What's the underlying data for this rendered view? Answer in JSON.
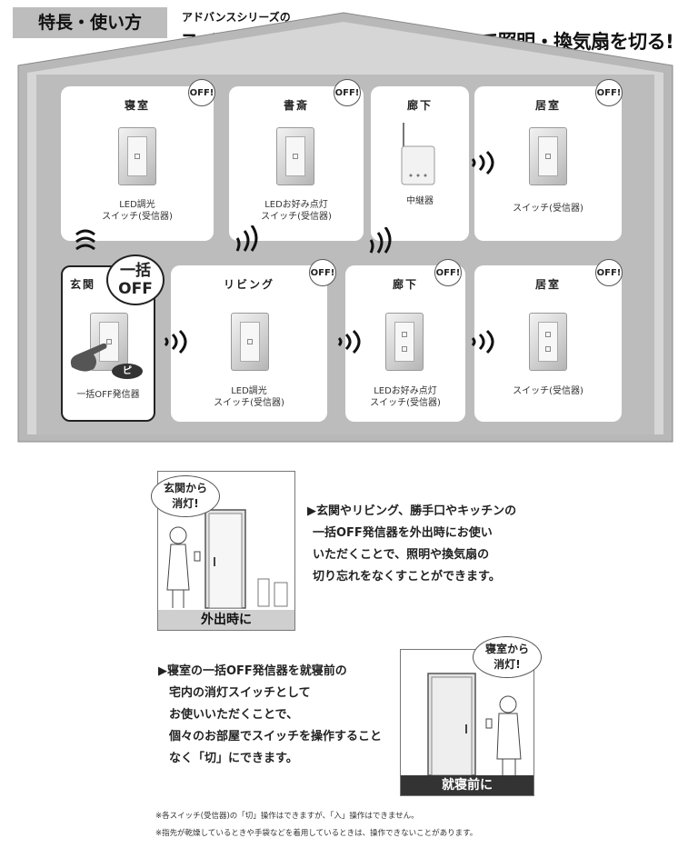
{
  "header": {
    "tag": "特長・使い方",
    "subtitle": "アドバンスシリーズの",
    "title": "スイッチ(受信器)を一括OFF操作して照明・換気扇を切る!"
  },
  "rooms": {
    "r1": {
      "title": "寝室",
      "off": "OFF!",
      "caption1": "LED調光",
      "caption2": "スイッチ(受信器)"
    },
    "r2": {
      "title": "書斎",
      "off": "OFF!",
      "caption1": "LEDお好み点灯",
      "caption2": "スイッチ(受信器)"
    },
    "r3": {
      "title": "廊下",
      "caption1": "中継器"
    },
    "r4": {
      "title": "居室",
      "off": "OFF!",
      "caption1": "スイッチ(受信器)"
    },
    "r5": {
      "title": "玄関",
      "badge1": "一括",
      "badge2": "OFF",
      "beep": "ピ",
      "caption1": "一括OFF発信器"
    },
    "r6": {
      "title": "リビング",
      "off": "OFF!",
      "caption1": "LED調光",
      "caption2": "スイッチ(受信器)"
    },
    "r7": {
      "title": "廊下",
      "off": "OFF!",
      "caption1": "LEDお好み点灯",
      "caption2": "スイッチ(受信器)"
    },
    "r8": {
      "title": "居室",
      "off": "OFF!",
      "caption1": "スイッチ(受信器)"
    }
  },
  "scene1": {
    "bubble1": "玄関から",
    "bubble2": "消灯!",
    "label": "外出時に",
    "lines": [
      "▶玄関やリビング、勝手口やキッチンの",
      "一括OFF発信器を外出時にお使い",
      "いただくことで、照明や換気扇の",
      "切り忘れをなくすことができます。"
    ]
  },
  "scene2": {
    "bubble1": "寝室から",
    "bubble2": "消灯!",
    "label": "就寝前に",
    "lines": [
      "▶寝室の一括OFF発信器を就寝前の",
      "宅内の消灯スイッチとして",
      "お使いいただくことで、",
      "個々のお部屋でスイッチを操作すること",
      "なく「切」にできます。"
    ]
  },
  "notes": [
    "※各スイッチ(受信器)の「切」操作はできますが、「入」操作はできません。",
    "※指先が乾燥しているときや手袋などを着用しているときは、操作できないことがあります。"
  ]
}
